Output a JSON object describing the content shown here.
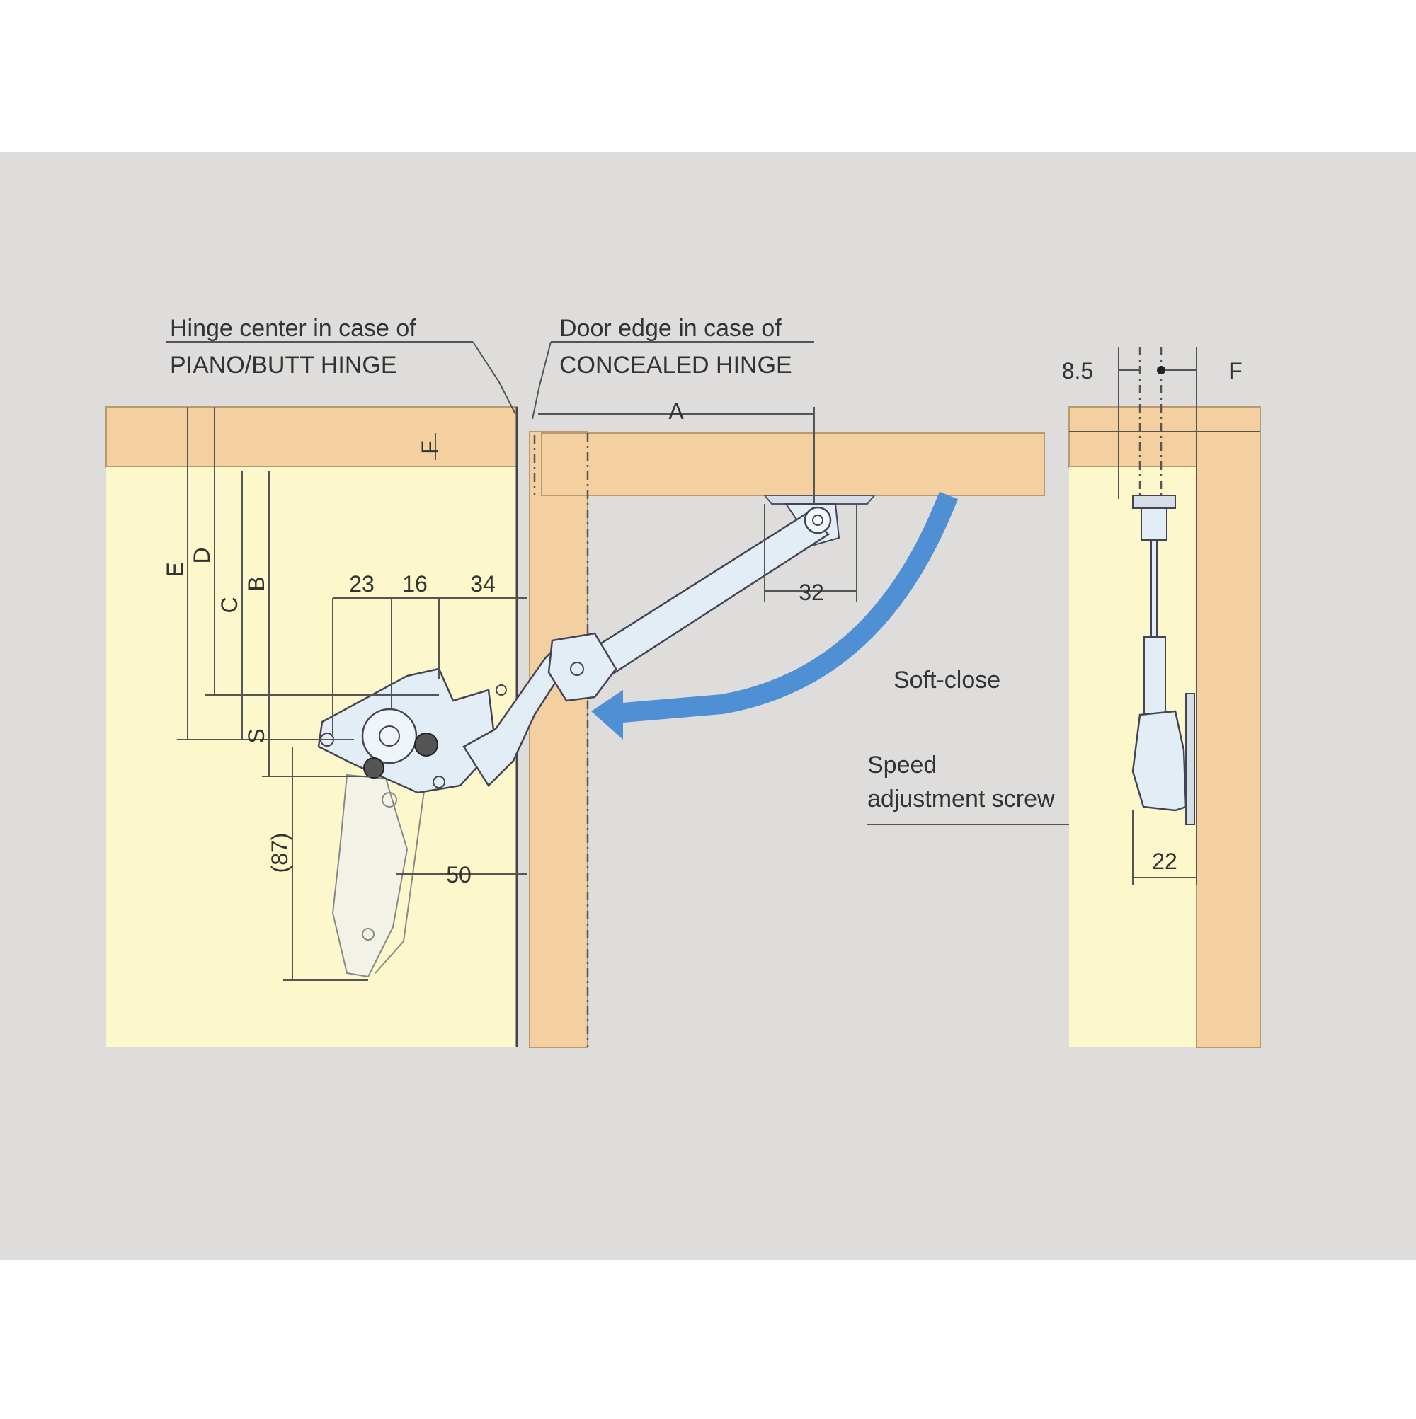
{
  "labels": {
    "hinge_center_line1": "Hinge center  in case of",
    "hinge_center_line2": "PIANO/BUTT HINGE",
    "door_edge_line1": "Door edge in case of",
    "door_edge_line2": "CONCEALED HINGE",
    "soft_close": "Soft-close",
    "speed_line1": "Speed",
    "speed_line2": "adjustment screw"
  },
  "dimensions": {
    "a": "A",
    "b": "B",
    "c": "C",
    "d": "D",
    "e": "E",
    "f": "F",
    "s": "S",
    "d23": "23",
    "d16": "16",
    "d34": "34",
    "d32": "32",
    "d50": "50",
    "d87": "(87)",
    "d22": "22",
    "d8_5": "8.5"
  },
  "colors": {
    "background": "#dedddb",
    "wood": "#f4d0a0",
    "cabinet_interior": "#fdf8cc",
    "mechanism": "#e3edf6",
    "soft_close_arrow": "#4f8fd4"
  },
  "icons": {
    "soft_close_arrow": "curved-arrow-icon"
  }
}
